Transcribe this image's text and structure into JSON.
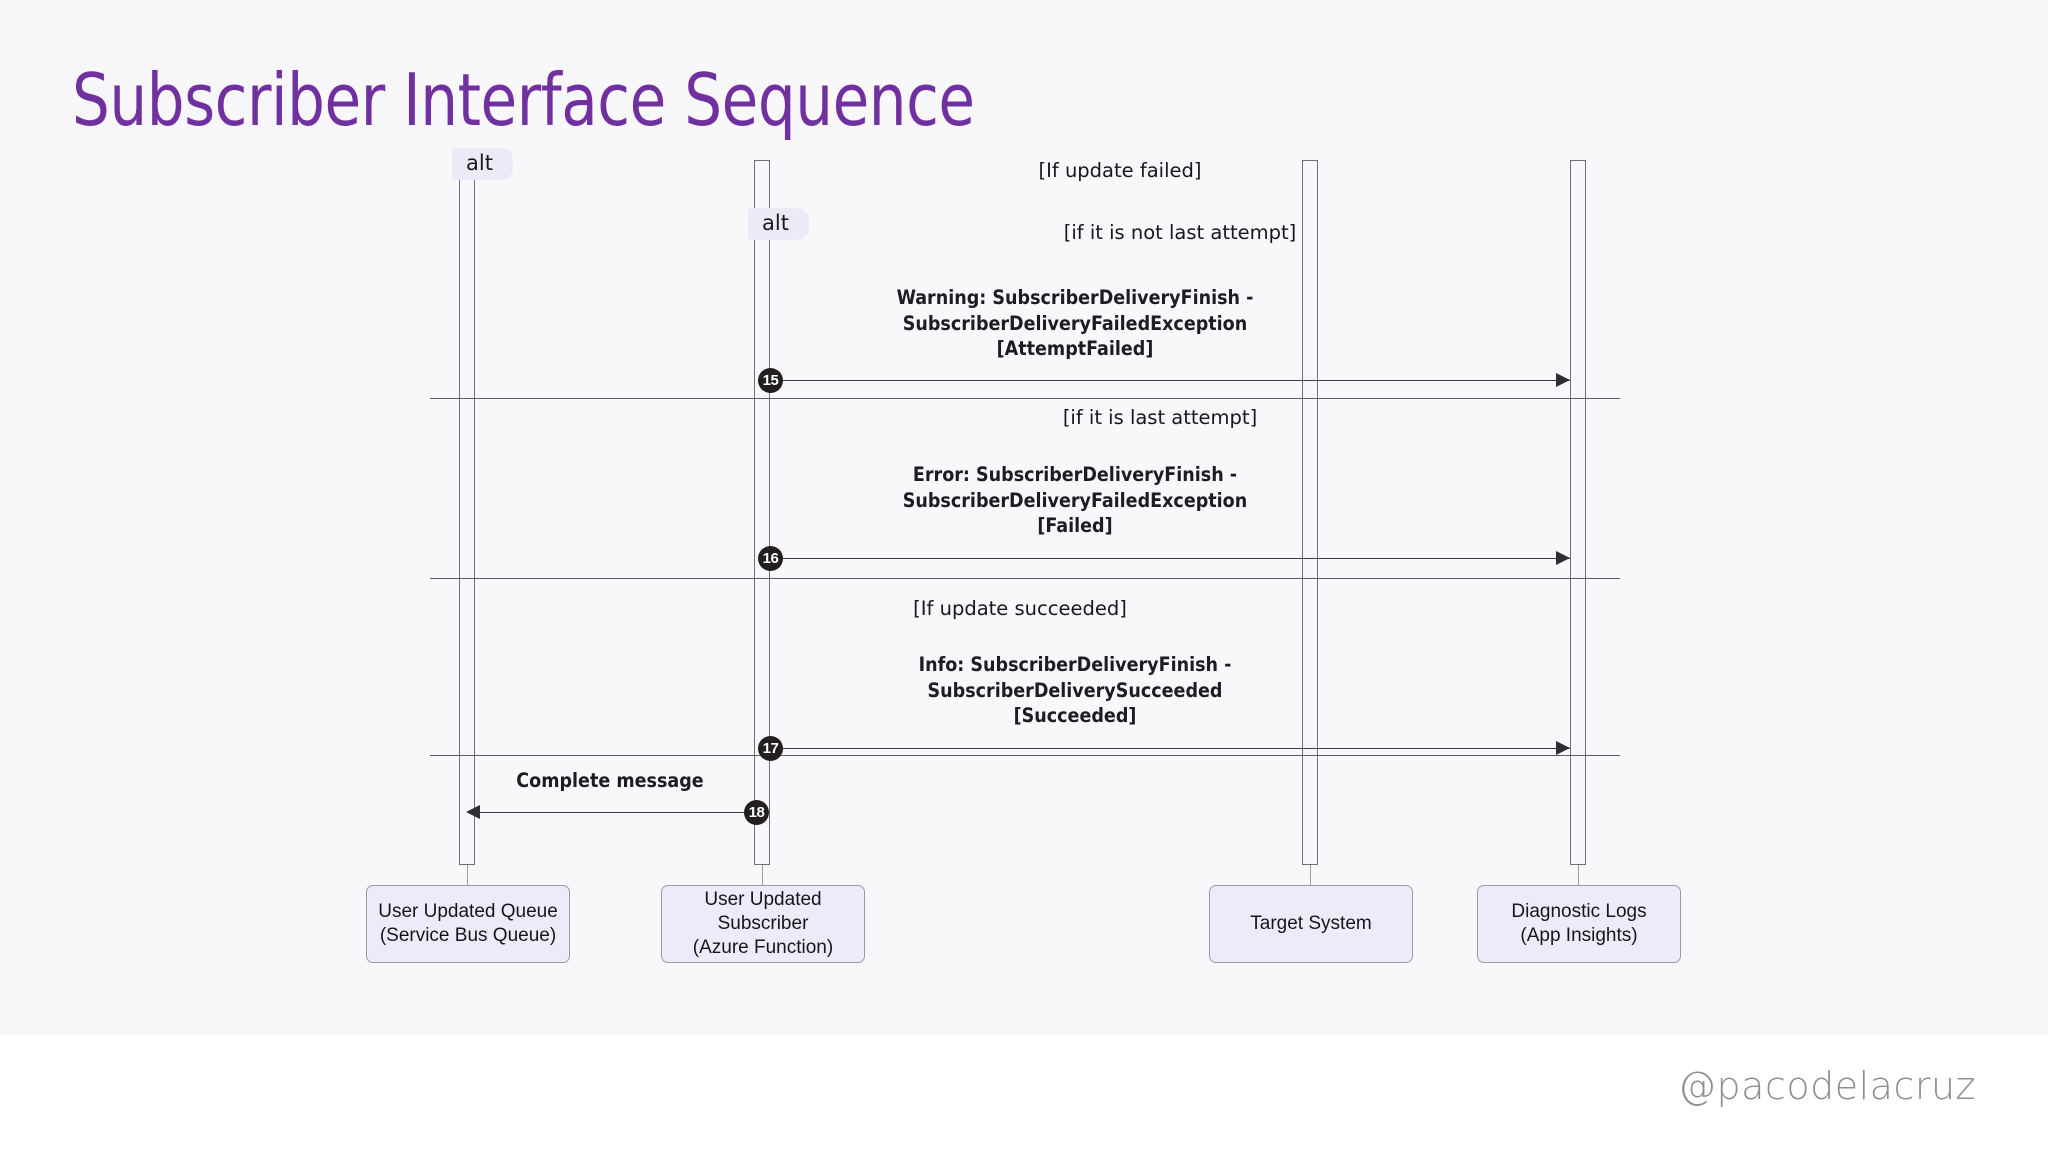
{
  "slide": {
    "title": "Subscriber Interface Sequence",
    "title_color": "#7030a0",
    "background_color": "#f7f7f9",
    "footer_handle": "@pacodelacruz"
  },
  "diagram": {
    "type": "uml-sequence-diagram",
    "participants": [
      {
        "id": "queue",
        "line1": "User Updated Queue",
        "line2": "(Service Bus Queue)"
      },
      {
        "id": "subscriber",
        "line1": "User Updated Subscriber",
        "line2": "(Azure Function)"
      },
      {
        "id": "target",
        "line1": "Target System",
        "line2": ""
      },
      {
        "id": "logs",
        "line1": "Diagnostic Logs",
        "line2": "(App Insights)"
      }
    ],
    "fragments": [
      {
        "id": "alt-outer",
        "label": "alt"
      },
      {
        "id": "alt-inner",
        "label": "alt"
      }
    ],
    "guards": [
      {
        "id": "guard-update-failed",
        "text": "[If update failed]"
      },
      {
        "id": "guard-not-last-attempt",
        "text": "[if it is not last attempt]"
      },
      {
        "id": "guard-last-attempt",
        "text": "[if it is last attempt]"
      },
      {
        "id": "guard-update-succeeded",
        "text": "[If update succeeded]"
      }
    ],
    "messages": [
      {
        "seq": "15",
        "from": "subscriber",
        "to": "logs",
        "direction": "right",
        "label": "Warning: SubscriberDeliveryFinish -\nSubscriberDeliveryFailedException\n[AttemptFailed]"
      },
      {
        "seq": "16",
        "from": "subscriber",
        "to": "logs",
        "direction": "right",
        "label": "Error: SubscriberDeliveryFinish -\nSubscriberDeliveryFailedException\n[Failed]"
      },
      {
        "seq": "17",
        "from": "subscriber",
        "to": "logs",
        "direction": "right",
        "label": "Info: SubscriberDeliveryFinish -\nSubscriberDeliverySucceeded\n[Succeeded]"
      },
      {
        "seq": "18",
        "from": "subscriber",
        "to": "queue",
        "direction": "left",
        "label": "Complete message"
      }
    ],
    "colors": {
      "participant_fill": "#edebf9",
      "participant_border": "#9a9aa8",
      "activation_border": "#6f6f78",
      "message_line": "#3b3b44",
      "badge_fill": "#231f20",
      "fragment_tag_fill": "#eceaf7"
    }
  }
}
